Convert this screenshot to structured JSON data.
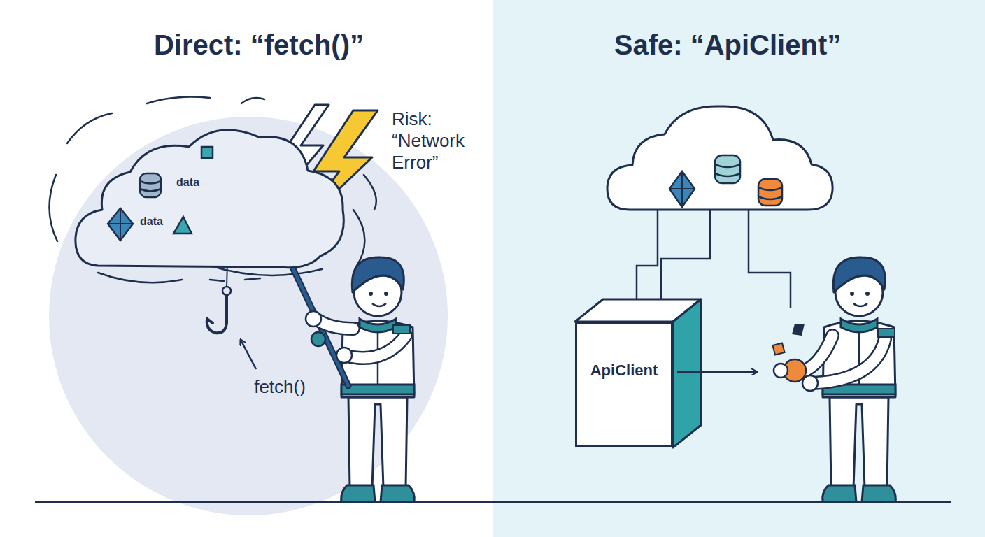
{
  "diagram": {
    "nodes": [
      {
        "text": [
          "data",
          "data"
        ]
      },
      {
        "text": [
          "ApiClient"
        ]
      }
    ],
    "labels": [
      "Direct: “fetch()”",
      "Safe: “ApiClient”",
      "Risk: “Network Error”",
      "fetch()"
    ]
  }
}
